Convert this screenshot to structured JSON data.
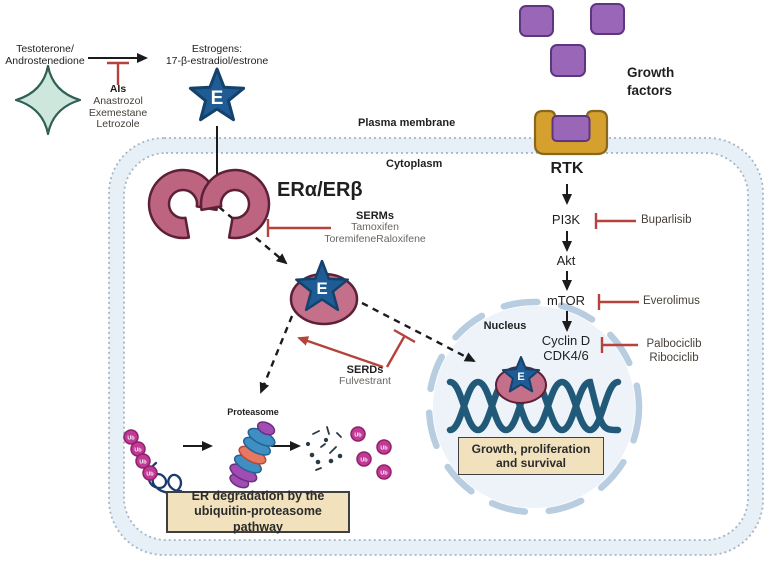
{
  "diagram": {
    "substrate": {
      "line1": "Testoterone/",
      "line2": "Androstenedione"
    },
    "ais": {
      "title": "AIs",
      "drugs": [
        "Anastrozol",
        "Exemestane",
        "Letrozole"
      ]
    },
    "estrogen": {
      "line1": "Estrogens:",
      "line2": "17-β-estradiol/estrone",
      "symbol": "E"
    },
    "growth_factors": {
      "line1": "Growth",
      "line2": "factors"
    },
    "membrane": {
      "plasma": "Plasma membrane",
      "cytoplasm": "Cytoplasm"
    },
    "er": {
      "label": "ERα/ERβ"
    },
    "serms": {
      "title": "SERMs",
      "drugs": [
        "Tamoxifen",
        "ToremifeneRaloxifene"
      ]
    },
    "serds": {
      "title": "SERDs",
      "drugs": [
        "Fulvestrant"
      ]
    },
    "pathway": {
      "rtk": "RTK",
      "pi3k": "PI3K",
      "akt": "Akt",
      "mtor": "mTOR",
      "cyclin_line1": "Cyclin D",
      "cyclin_line2": "CDK4/6",
      "buparlisib": "Buparlisib",
      "everolimus": "Everolimus",
      "palbociclib": "Palbociclib",
      "ribociclib": "Ribociclib"
    },
    "nucleus": {
      "label": "Nucleus",
      "outcome_line1": "Growth, proliferation",
      "outcome_line2": "and survival"
    },
    "proteasome": {
      "label": "Proteasome",
      "ub": "Ub",
      "box_line1": "ER degradation by the",
      "box_line2": "ubiquitin-proteasome pathway"
    }
  },
  "colors": {
    "membrane_band": "#e8f0f7",
    "membrane_dots": "#a3b6c7",
    "estrogen_star": "#1f5c95",
    "receptor_pink": "#bc6480",
    "receptor_outline": "#5d2038",
    "inhibitor_red": "#b5433c",
    "growth_factor_purple": "#9a67b8",
    "rtk_gold": "#d6a02e",
    "nucleus_fill": "#eef3f9",
    "nucleus_arc": "#b8cee0",
    "dna_teal": "#215a78",
    "ubiquitin_pink": "#c13a96",
    "annotation_box": "#f1e2bd",
    "substrate_star": "#cde7dc"
  }
}
